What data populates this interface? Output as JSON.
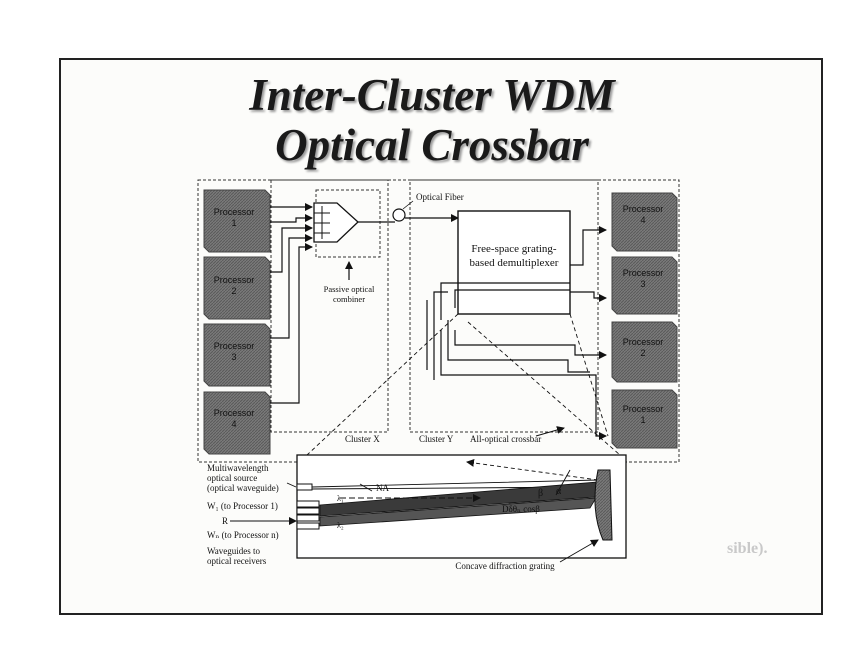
{
  "slide": {
    "title_line1": "Inter-Cluster WDM",
    "title_line2": "Optical Crossbar",
    "ghost_title_right": "Plot",
    "ghost_subtitle_right": "Crossl",
    "ghost_bullet": "sible)."
  },
  "left_processors": [
    {
      "name": "Processor",
      "number": "1"
    },
    {
      "name": "Processor",
      "number": "2"
    },
    {
      "name": "Processor",
      "number": "3"
    },
    {
      "name": "Processor",
      "number": "4"
    }
  ],
  "right_processors": [
    {
      "name": "Processor",
      "number": "4"
    },
    {
      "name": "Processor",
      "number": "3"
    },
    {
      "name": "Processor",
      "number": "2"
    },
    {
      "name": "Processor",
      "number": "1"
    }
  ],
  "labels": {
    "optical_fiber": "Optical Fiber",
    "demux_line1": "Free-space grating-",
    "demux_line2": "based demultiplexer",
    "combiner_line1": "Passive optical",
    "combiner_line2": "combiner",
    "cluster_x": "Cluster X",
    "cluster_y": "Cluster Y",
    "all_optical_crossbar": "All-optical crossbar"
  },
  "inset": {
    "multiwavelength_1": "Multiwavelength",
    "multiwavelength_2": "optical source",
    "multiwavelength_3": "(optical waveguide)",
    "w1": "W₁ (to Processor 1)",
    "r": "R",
    "wn": "Wₙ (to Processor n)",
    "waveguides_1": "Waveguides to",
    "waveguides_2": "optical receivers",
    "na": "NA",
    "lambda1": "λ₁",
    "lambda2": "λ₂",
    "beta": "β",
    "alpha": "α",
    "dispersion": "Dδθₙ cosβ",
    "grating": "Concave diffraction grating"
  }
}
